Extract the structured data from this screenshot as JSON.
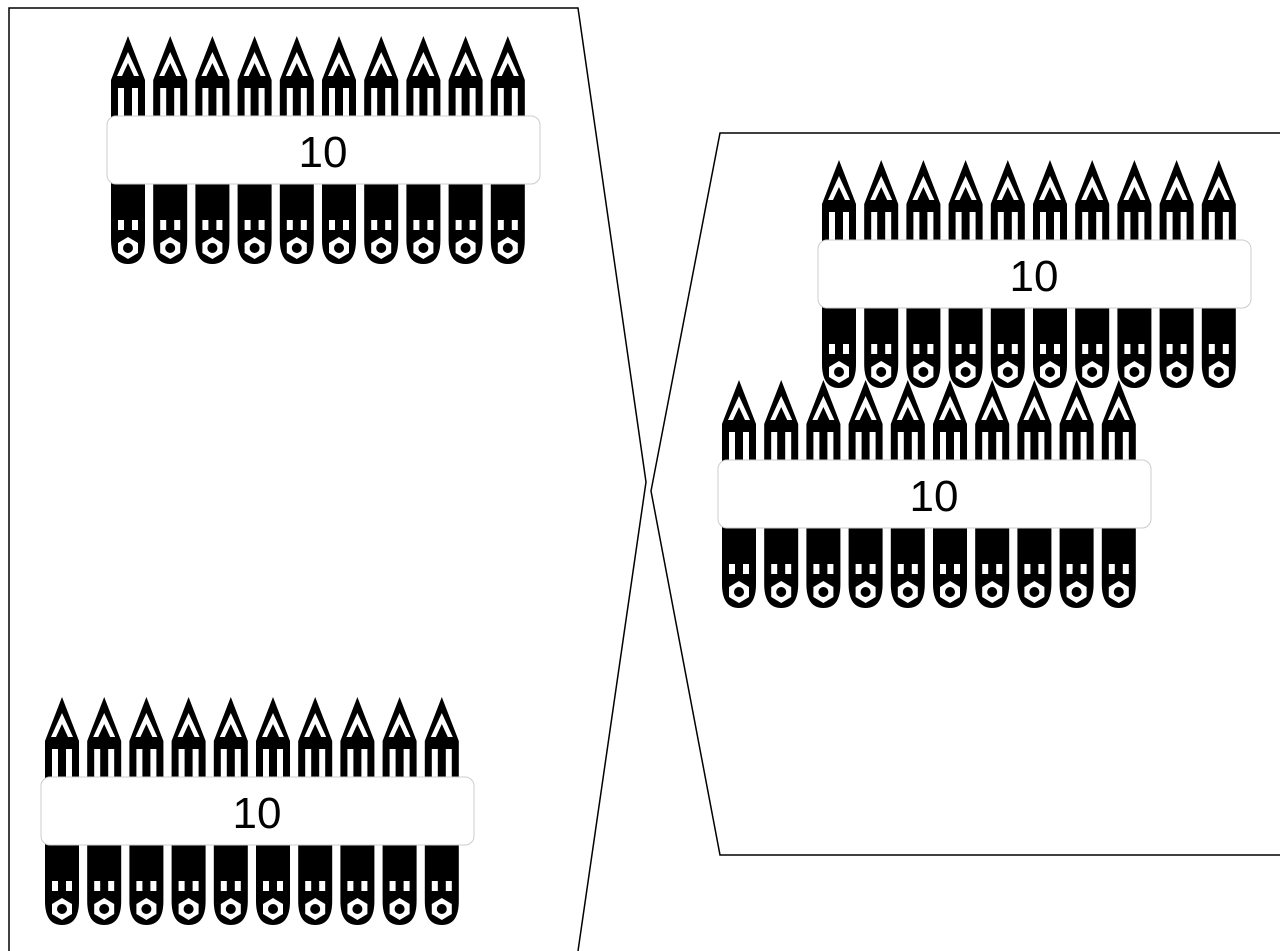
{
  "diagram": {
    "colors": {
      "stroke": "#000000",
      "pencil": "#000000",
      "background": "#ffffff",
      "label_fill": "#ffffff"
    },
    "icon": "pencil-icon",
    "panels": [
      {
        "name": "left-panel",
        "packs": [
          {
            "label": "10",
            "pencil_count": 10
          },
          {
            "label": "10",
            "pencil_count": 10
          }
        ]
      },
      {
        "name": "right-panel",
        "packs": [
          {
            "label": "10",
            "pencil_count": 10
          },
          {
            "label": "10",
            "pencil_count": 10
          }
        ]
      }
    ]
  }
}
